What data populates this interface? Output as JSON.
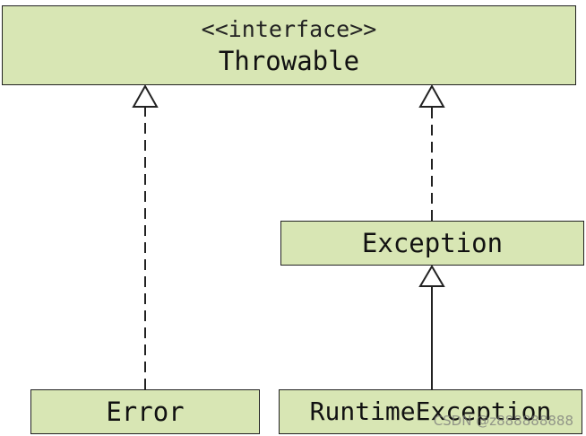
{
  "diagram": {
    "throwable": {
      "stereotype": "<<interface>>",
      "name": "Throwable"
    },
    "exception": {
      "name": "Exception"
    },
    "error": {
      "name": "Error"
    },
    "runtime_exception": {
      "name": "RuntimeException"
    },
    "relations": [
      {
        "from": "Error",
        "to": "Throwable",
        "kind": "realization"
      },
      {
        "from": "Exception",
        "to": "Throwable",
        "kind": "realization"
      },
      {
        "from": "RuntimeException",
        "to": "Exception",
        "kind": "generalization"
      }
    ]
  },
  "colors": {
    "box_fill": "#d8e6b4",
    "box_border": "#222222",
    "line": "#222222"
  },
  "watermark": {
    "text": "CSDN @z888888888"
  }
}
